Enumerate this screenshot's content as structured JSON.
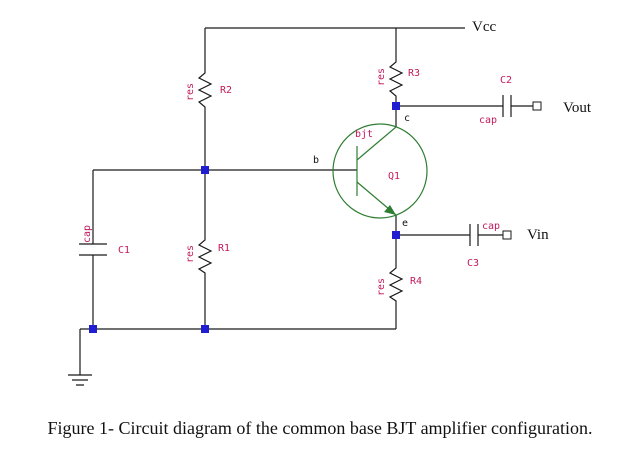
{
  "labels": {
    "vcc": "Vcc",
    "vout": "Vout",
    "vin": "Vin",
    "r1": "R1",
    "r2": "R2",
    "r3": "R3",
    "r4": "R4",
    "c1": "C1",
    "c2": "C2",
    "c3": "C3",
    "q1": "Q1",
    "res": "res",
    "cap": "cap",
    "bjt": "bjt",
    "base": "b",
    "collector": "c",
    "emitter": "e"
  },
  "caption": "Figure 1- Circuit diagram of the common base BJT amplifier configuration.",
  "colors": {
    "wire": "#1a1a1a",
    "transistor": "#2e7d32",
    "component_label": "#c2185b",
    "node": "#1f1fd1"
  }
}
